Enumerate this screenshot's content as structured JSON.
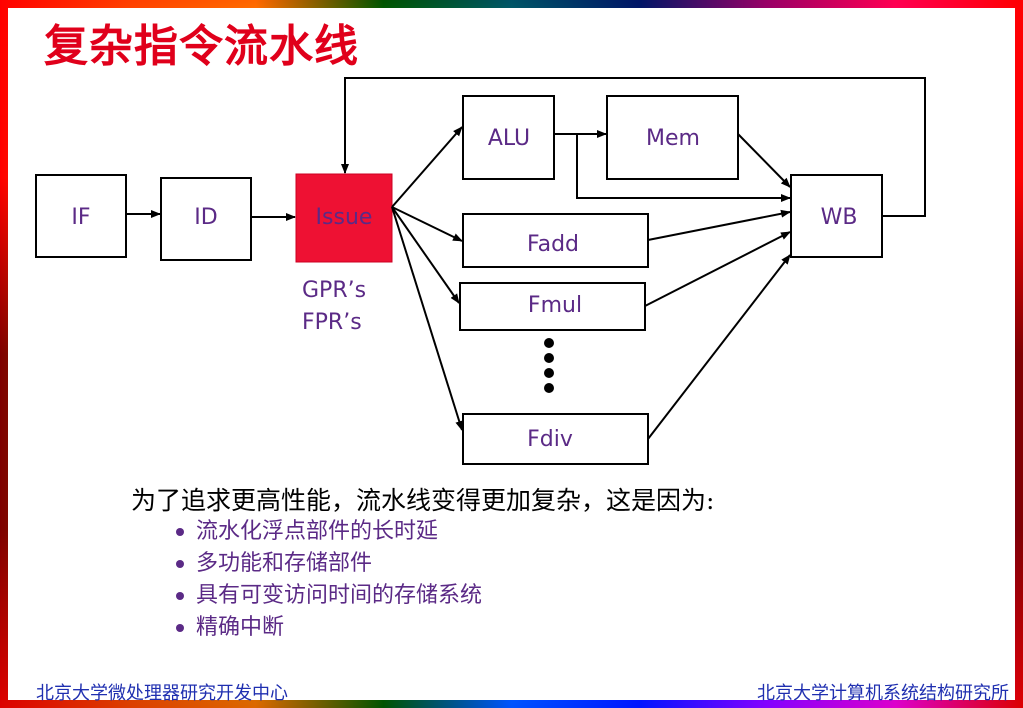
{
  "slide": {
    "title": "复杂指令流水线",
    "stages": {
      "if": "IF",
      "id": "ID",
      "issue": "Issue",
      "alu": "ALU",
      "mem": "Mem",
      "fadd": "Fadd",
      "fmul": "Fmul",
      "fdiv": "Fdiv",
      "wb": "WB"
    },
    "registers": [
      "GPR’s",
      "FPR’s"
    ],
    "lead_text": "为了追求更高性能，流水线变得更加复杂，这是因为:",
    "bullets": [
      "流水化浮点部件的长时延",
      "多功能和存储部件",
      "具有可变访问时间的存储系统",
      "精确中断"
    ],
    "footer_left": "北京大学微处理器研究开发中心",
    "footer_right": "北京大学计算机系统结构研究所"
  },
  "colors": {
    "title": "#e0001b",
    "issue_fill": "#ee1133",
    "label_purple": "#5b2a86",
    "footer_blue": "#1f2fb0"
  }
}
